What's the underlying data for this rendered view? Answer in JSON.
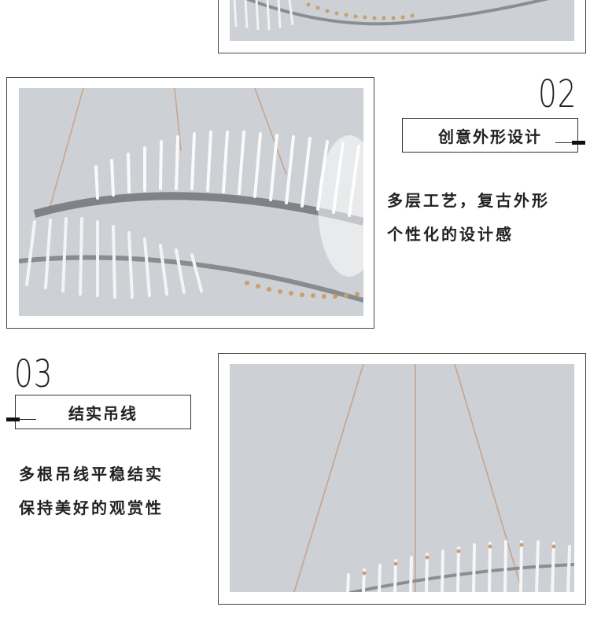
{
  "sections": [
    {
      "number": "",
      "title": "",
      "lines": []
    },
    {
      "number": "02",
      "title": "创意外形设计",
      "lines": [
        "多层工艺，复古外形",
        "个性化的设计感"
      ]
    },
    {
      "number": "03",
      "title": "结实吊线",
      "lines": [
        "多根吊线平稳结实",
        "保持美好的观赏性"
      ]
    }
  ],
  "colors": {
    "photo_bg": "#cdd0d5",
    "wire": "#c9a48a",
    "frame": "#444444",
    "text": "#222222"
  }
}
